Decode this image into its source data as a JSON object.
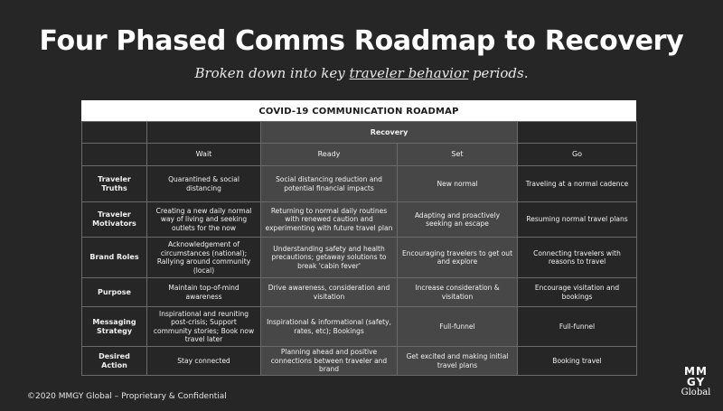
{
  "slide": {
    "title": "Four Phased Comms Roadmap to Recovery",
    "subtitle_prefix": "Broken down into key ",
    "subtitle_underlined": "traveler behavior",
    "subtitle_suffix": " periods."
  },
  "table": {
    "heading": "COVID-19 COMMUNICATION ROADMAP",
    "group_header": "Recovery",
    "phases": [
      "Wait",
      "Ready",
      "Set",
      "Go"
    ],
    "rows": [
      {
        "label": "Traveler Truths",
        "cells": [
          "Quarantined & social distancing",
          "Social distancing reduction and potential financial impacts",
          "New normal",
          "Traveling at a normal cadence"
        ]
      },
      {
        "label": "Traveler Motivators",
        "cells": [
          "Creating a new daily normal way of living and seeking outlets for the now",
          "Returning to normal daily routines with renewed caution and experimenting with future  travel plan",
          "Adapting and proactively seeking an escape",
          "Resuming normal travel plans"
        ]
      },
      {
        "label": "Brand Roles",
        "cells": [
          "Acknowledgement of circumstances (national); Rallying around community (local)",
          "Understanding safety and health precautions; getaway solutions to break 'cabin fever'",
          "Encouraging travelers to get out and explore",
          "Connecting travelers with reasons to travel"
        ]
      },
      {
        "label": "Purpose",
        "cells": [
          "Maintain top-of-mind awareness",
          "Drive awareness, consideration and visitation",
          "Increase consideration & visitation",
          "Encourage visitation and bookings"
        ]
      },
      {
        "label": "Messaging Strategy",
        "cells": [
          "Inspirational and reuniting post-crisis; Support community stories; Book now travel later",
          "Inspirational & informational (safety, rates, etc); Bookings",
          "Full-funnel",
          "Full-funnel"
        ]
      },
      {
        "label": "Desired Action",
        "cells": [
          "Stay connected",
          "Planning ahead and positive connections between traveler and brand",
          "Get excited and making initial travel plans",
          "Booking travel"
        ]
      }
    ]
  },
  "footer": {
    "text": "©2020 MMGY Global  – Proprietary & Confidential"
  },
  "logo": {
    "line1": "MM",
    "line2": "GY",
    "line3": "Global"
  },
  "colors": {
    "background": "#262626",
    "highlight_column": "#474747",
    "text": "#ffffff"
  }
}
